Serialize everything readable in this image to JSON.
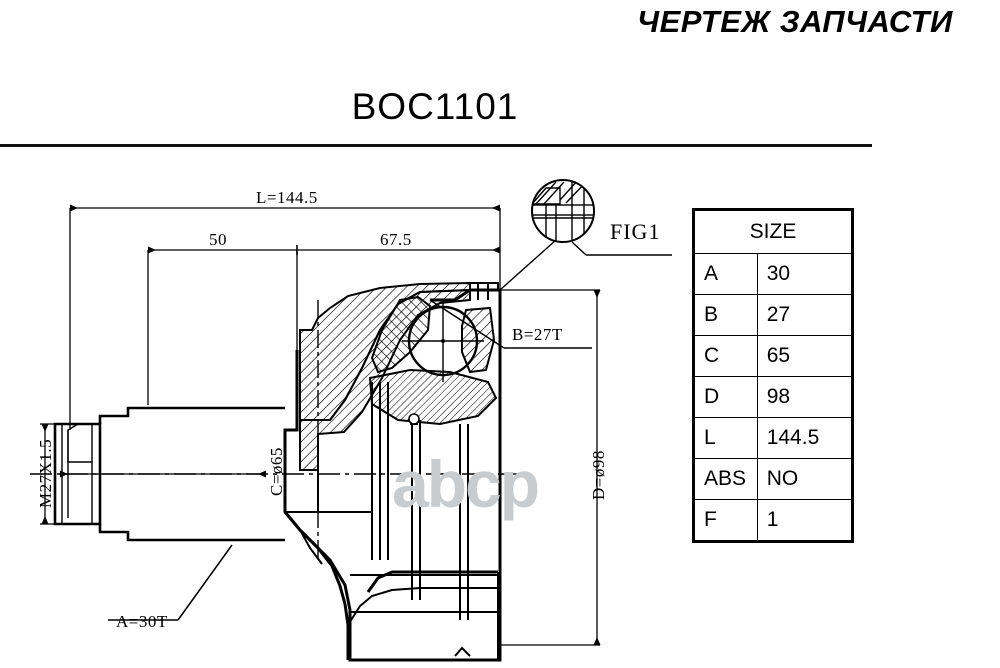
{
  "header": {
    "title": "ЧЕРТЕЖ ЗАПЧАСТИ",
    "part_number": "BOC1101"
  },
  "watermark": {
    "text": "abcp"
  },
  "drawing": {
    "detail_callout": "FIG1",
    "dimensions": {
      "overall_length": "L=144.5",
      "segment_left": "50",
      "segment_right": "67.5",
      "inner_spline": "B=27T",
      "outer_diameter": "D=ø98",
      "thread": "M27X1.5",
      "bell_diameter": "C=ø65",
      "outer_spline": "A=30T"
    }
  },
  "size_table": {
    "header": "SIZE",
    "rows": [
      {
        "key": "A",
        "value": "30"
      },
      {
        "key": "B",
        "value": "27"
      },
      {
        "key": "C",
        "value": "65"
      },
      {
        "key": "D",
        "value": "98"
      },
      {
        "key": "L",
        "value": "144.5"
      },
      {
        "key": "ABS",
        "value": "NO"
      },
      {
        "key": "F",
        "value": "1"
      }
    ]
  }
}
